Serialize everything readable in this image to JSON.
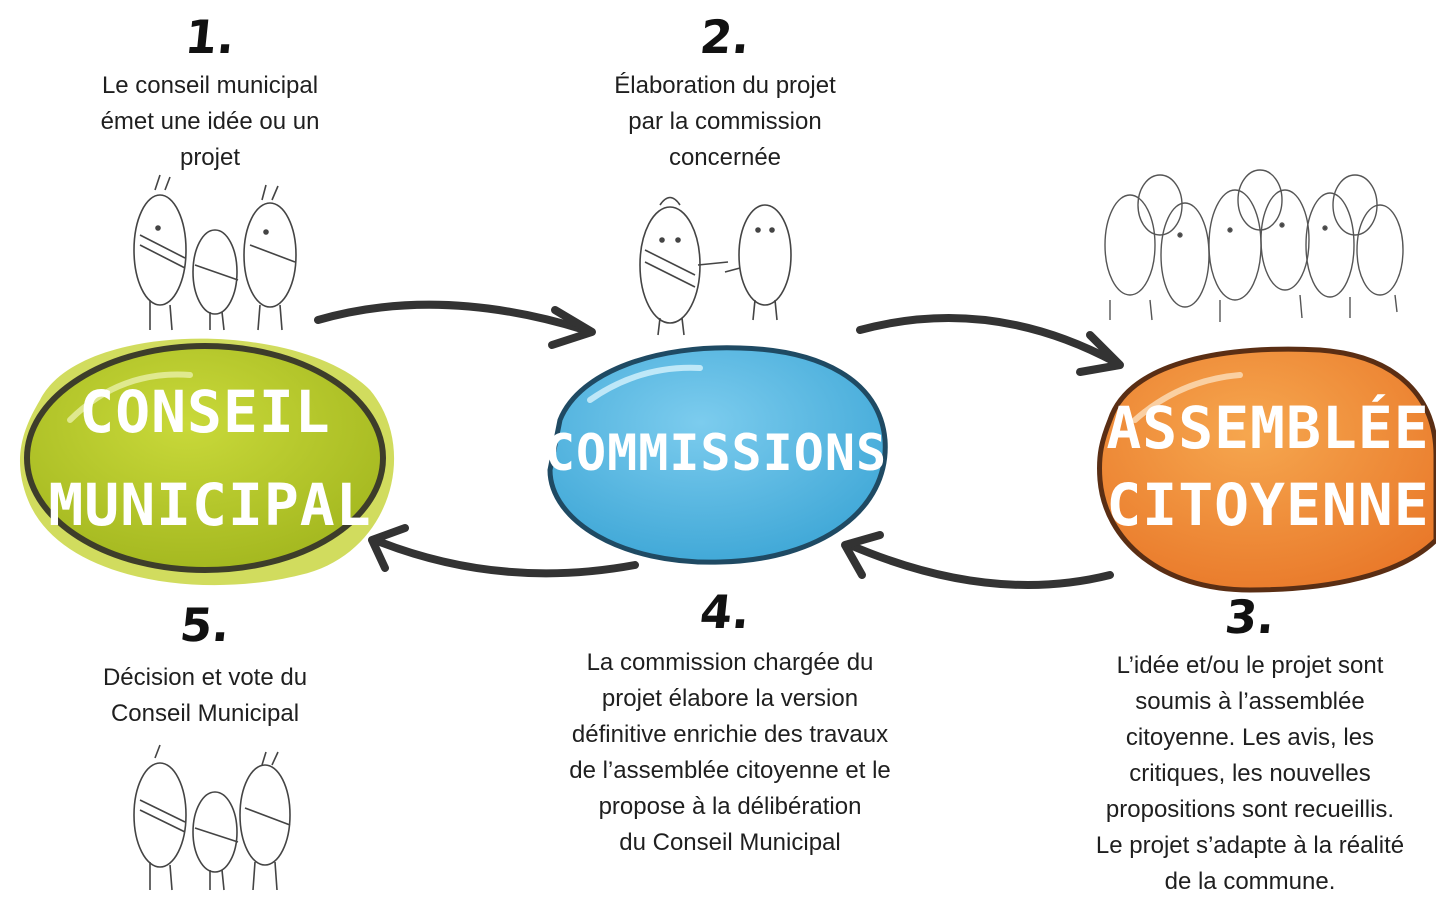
{
  "steps": [
    {
      "number": "1.",
      "lines": [
        "Le conseil municipal",
        "émet une idée ou un",
        "projet"
      ]
    },
    {
      "number": "2.",
      "lines": [
        "Élaboration du projet",
        "par la commission",
        "concernée"
      ]
    },
    {
      "number": "3.",
      "lines": [
        "L’idée et/ou le projet sont",
        "soumis à l’assemblée",
        "citoyenne.  Les avis, les",
        "critiques, les  nouvelles",
        "propositions sont recueillis.",
        "Le projet s’adapte à la réalité",
        "de la commune."
      ]
    },
    {
      "number": "4.",
      "lines": [
        "La commission chargée du",
        "projet élabore la version",
        "définitive enrichie des travaux",
        "de l’assemblée citoyenne et le",
        "propose à la délibération",
        "du Conseil Municipal"
      ]
    },
    {
      "number": "5.",
      "lines": [
        "Décision et vote du",
        "Conseil Municipal"
      ]
    }
  ],
  "nodes": {
    "conseil": {
      "line1": "CONSEIL",
      "line2": "MUNICIPAL",
      "color": "#b5c82a"
    },
    "commissions": {
      "line1": "COMMISSIONS",
      "color": "#4fb3e0"
    },
    "assemblee": {
      "line1": "ASSEMBLÉE",
      "line2": "CITOYENNE",
      "color": "#ee8b35"
    }
  }
}
